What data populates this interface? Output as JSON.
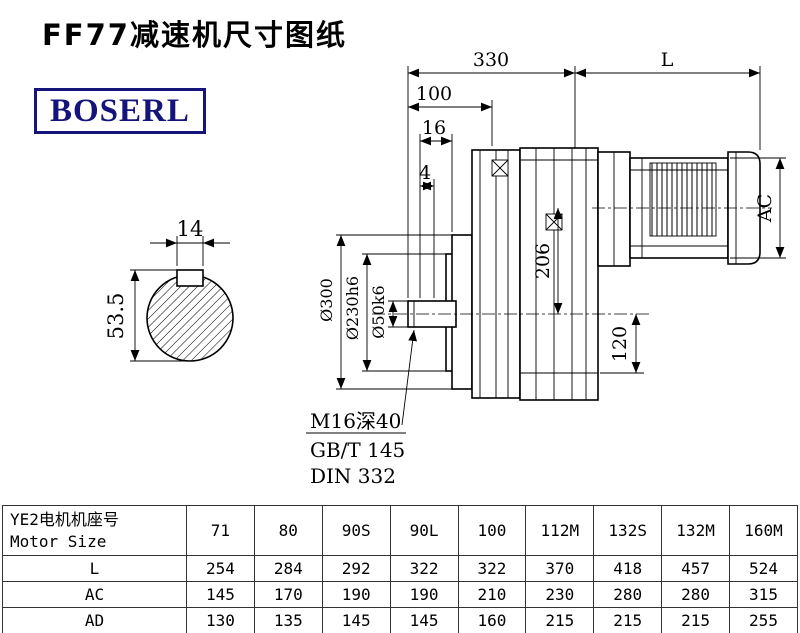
{
  "page": {
    "title": "FF77减速机尺寸图纸",
    "logo": "BOSERL"
  },
  "drawing": {
    "dims": {
      "d330": "330",
      "dL": "L",
      "d100": "100",
      "d16": "16",
      "d4": "4",
      "dAC": "AC",
      "d206": "206",
      "d120": "120",
      "dia300": "Ø300",
      "dia230": "Ø230h6",
      "dia50": "Ø50k6",
      "key_width": "14",
      "shaft_height": "53.5"
    },
    "notes": [
      "M16深40",
      "GB/T 145",
      "DIN 332"
    ]
  },
  "table": {
    "header_col": {
      "line1": "YE2电机机座号",
      "line2": "Motor Size"
    },
    "columns": [
      "71",
      "80",
      "90S",
      "90L",
      "100",
      "112M",
      "132S",
      "132M",
      "160M"
    ],
    "rows": [
      {
        "label": "L",
        "values": [
          "254",
          "284",
          "292",
          "322",
          "322",
          "370",
          "418",
          "457",
          "524"
        ]
      },
      {
        "label": "AC",
        "values": [
          "145",
          "170",
          "190",
          "190",
          "210",
          "230",
          "280",
          "280",
          "315"
        ]
      },
      {
        "label": "AD",
        "values": [
          "130",
          "135",
          "145",
          "145",
          "160",
          "215",
          "215",
          "215",
          "255"
        ]
      }
    ]
  }
}
